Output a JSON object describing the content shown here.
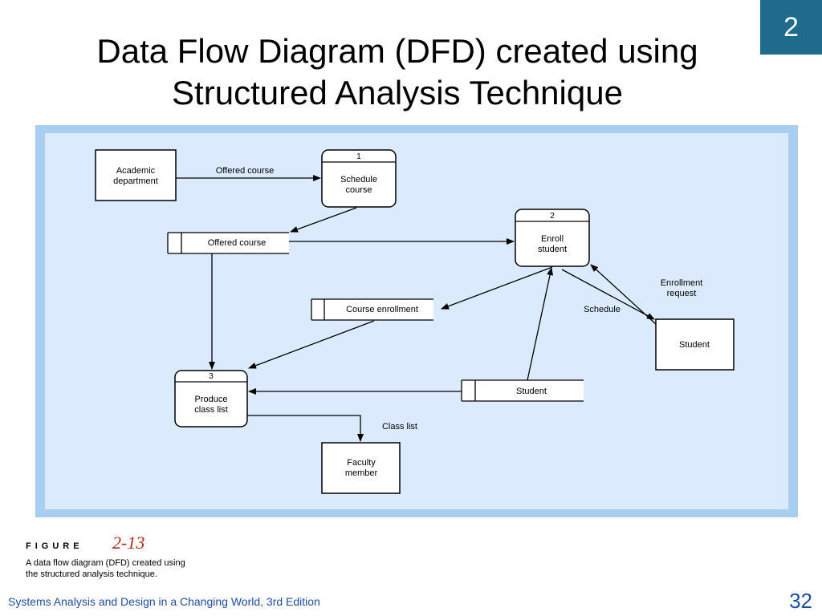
{
  "slide": {
    "section_badge": "2",
    "title_line1": "Data Flow Diagram (DFD) created using",
    "title_line2": "Structured Analysis Technique",
    "page_number": "32",
    "footer": "Systems Analysis and Design in a Changing World, 3rd Edition"
  },
  "figure": {
    "label": "FIGURE",
    "number": "2-13",
    "caption_line1": "A data flow diagram (DFD) created using",
    "caption_line2": "the structured analysis technique."
  },
  "diagram": {
    "external_entities": {
      "academic_department": [
        "Academic",
        "department"
      ],
      "student": [
        "Student"
      ],
      "faculty_member": [
        "Faculty",
        "member"
      ]
    },
    "processes": {
      "p1": {
        "id": "1",
        "label": [
          "Schedule",
          "course"
        ]
      },
      "p2": {
        "id": "2",
        "label": [
          "Enroll",
          "student"
        ]
      },
      "p3": {
        "id": "3",
        "label": [
          "Produce",
          "class list"
        ]
      }
    },
    "data_stores": {
      "offered_course": "Offered course",
      "course_enrollment": "Course enrollment",
      "student": "Student"
    },
    "flows": {
      "offered_course": "Offered course",
      "enrollment_request": [
        "Enrollment",
        "request"
      ],
      "schedule": "Schedule",
      "class_list": "Class list"
    },
    "colors": {
      "frame": "#a8cef2",
      "canvas": "#dbebfd",
      "box_fill": "#ffffff",
      "line": "#000000"
    }
  }
}
